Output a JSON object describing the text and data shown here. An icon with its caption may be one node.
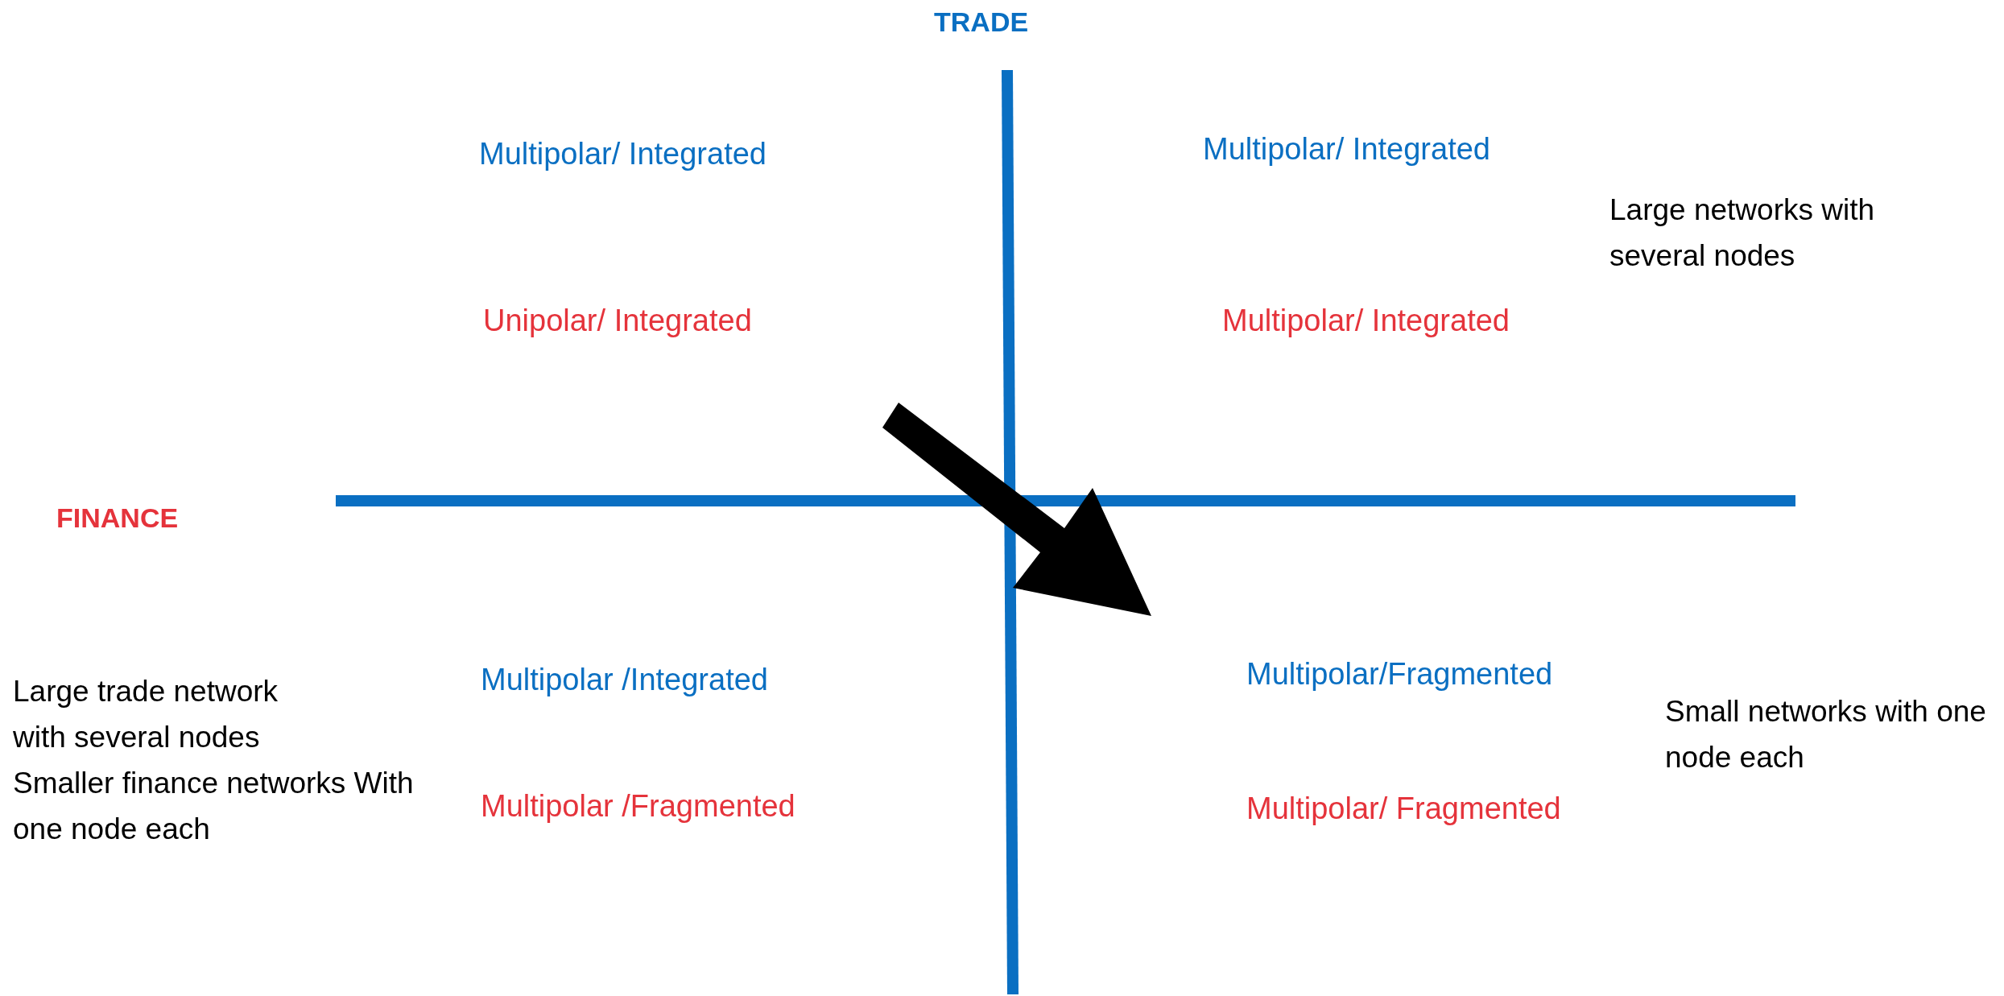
{
  "diagram": {
    "labels": [
      "TRADE",
      "Multipolar/ Integrated",
      "Multipolar/ Integrated",
      "Large networks with several nodes",
      "Unipolar/ Integrated",
      "Multipolar/ Integrated",
      "FINANCE",
      "Multipolar /Integrated",
      "Multipolar/Fragmented",
      "Large trade network with several nodes",
      "Small networks with one node each",
      "Smaller finance networks With one node each",
      "Multipolar /Fragmented",
      "Multipolar/ Fragmented"
    ]
  }
}
